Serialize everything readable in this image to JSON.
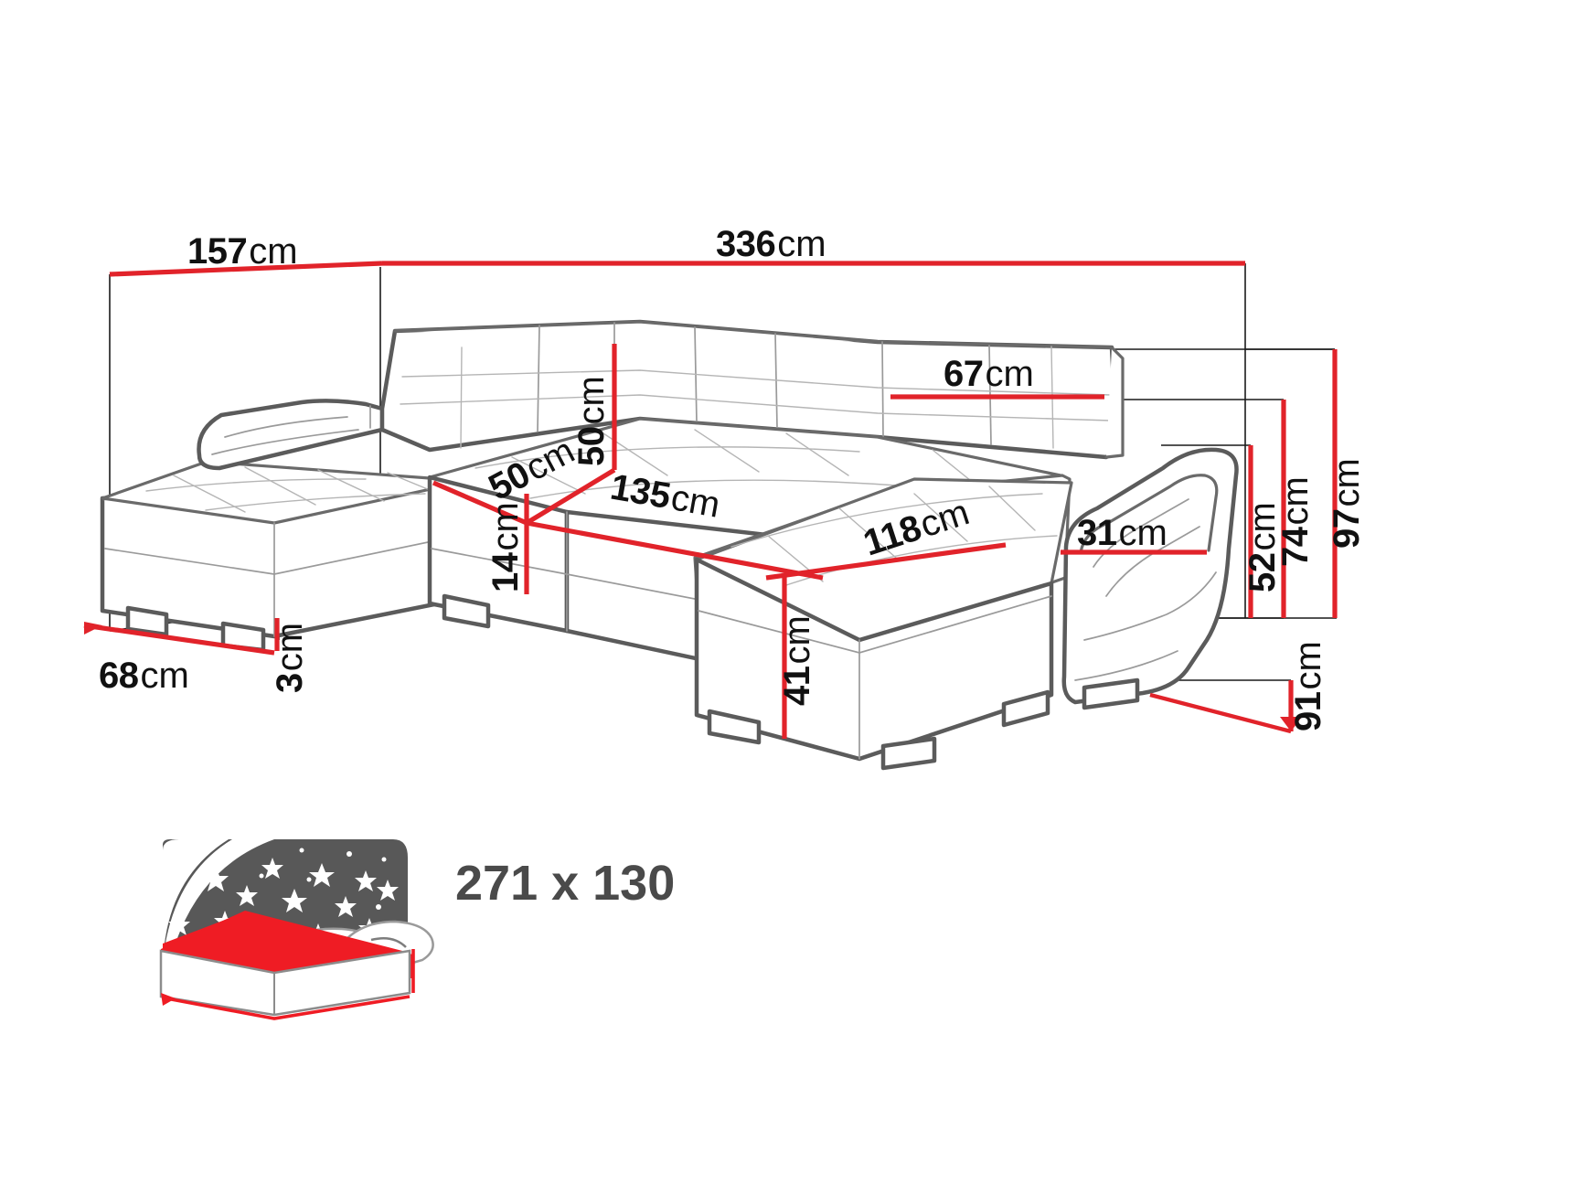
{
  "diagram": {
    "title": "U-shaped sectional sofa dimension drawing",
    "product_type": "corner sofa bed",
    "unit": "cm",
    "colors": {
      "dimension_line": "#e1232a",
      "outline": "#5b5b5b",
      "extension_line": "#1a1a1a",
      "icon_dark": "#585858",
      "icon_accent": "#ef1c24",
      "background": "#ffffff"
    }
  },
  "dimensions": {
    "depth_left": {
      "value": "157",
      "unit": "cm",
      "label": "157cm"
    },
    "width_total": {
      "value": "336",
      "unit": "cm",
      "label": "336cm"
    },
    "backrest_height": {
      "value": "50",
      "unit": "cm",
      "label": "50cm"
    },
    "seat_depth": {
      "value": "50",
      "unit": "cm",
      "label": "50cm"
    },
    "seat_width": {
      "value": "135",
      "unit": "cm",
      "label": "135cm"
    },
    "seat_front_edge": {
      "value": "14",
      "unit": "cm",
      "label": "14cm"
    },
    "cushion_width": {
      "value": "67",
      "unit": "cm",
      "label": "67cm"
    },
    "chaise_depth": {
      "value": "118",
      "unit": "cm",
      "label": "118cm"
    },
    "armrest_width": {
      "value": "31",
      "unit": "cm",
      "label": "31cm"
    },
    "seat_height": {
      "value": "41",
      "unit": "cm",
      "label": "41cm"
    },
    "total_height": {
      "value": "97",
      "unit": "cm",
      "label": "97cm"
    },
    "back_height": {
      "value": "74",
      "unit": "cm",
      "label": "74cm"
    },
    "armrest_height": {
      "value": "52",
      "unit": "cm",
      "label": "52cm"
    },
    "leg_height": {
      "value": "3",
      "unit": "cm",
      "label": "3cm"
    },
    "chaise_width": {
      "value": "68",
      "unit": "cm",
      "label": "68cm"
    },
    "arm_depth_right": {
      "value": "91",
      "unit": "cm",
      "label": "91cm"
    }
  },
  "sleeping_area": {
    "icon_name": "sleeping-area-icon",
    "label": "271 x 130",
    "width": "271",
    "height": "130"
  }
}
